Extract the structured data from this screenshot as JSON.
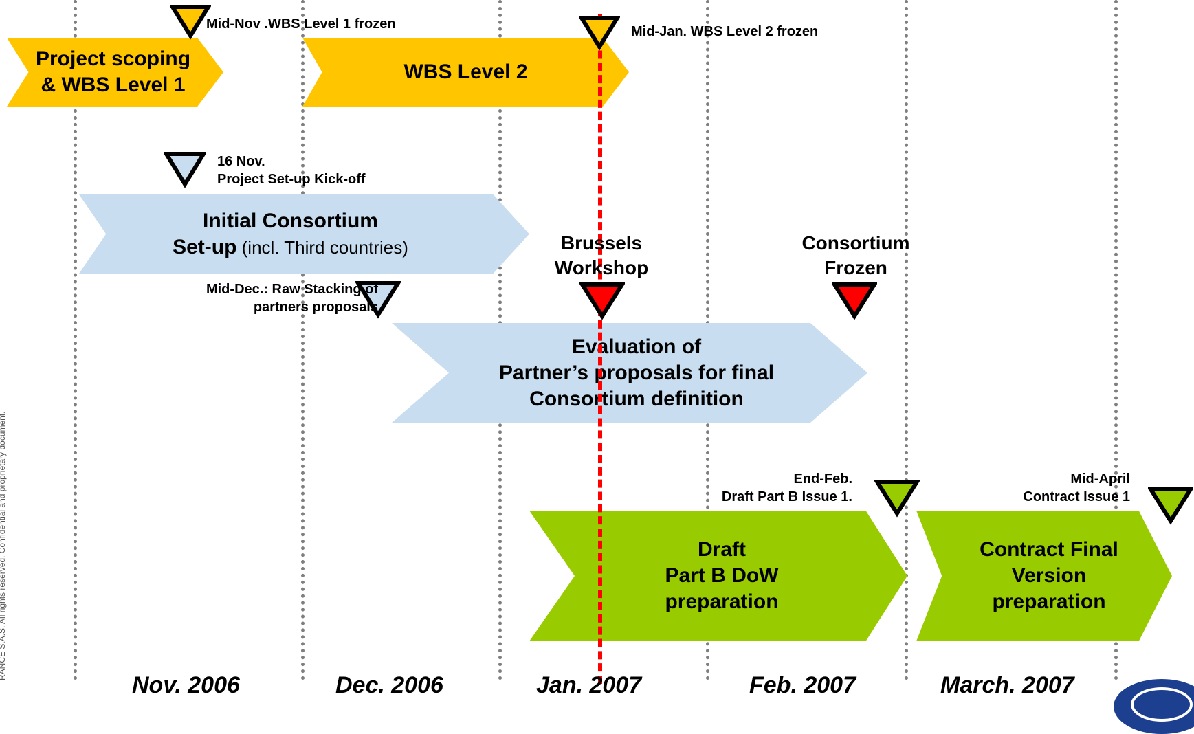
{
  "months": [
    "Nov. 2006",
    "Dec. 2006",
    "Jan. 2007",
    "Feb. 2007",
    "March. 2007"
  ],
  "phases": {
    "scoping": {
      "line1": "Project scoping",
      "line2": "& WBS Level 1"
    },
    "wbs2": {
      "label": "WBS Level 2"
    },
    "consortium": {
      "line1": "Initial Consortium",
      "line2_bold": "Set-up",
      "line2_rest": " (incl. Third countries)"
    },
    "evaluation": {
      "line1": "Evaluation of",
      "line2": "Partner’s proposals for final",
      "line3": "Consortium definition"
    },
    "draft": {
      "line1": "Draft",
      "line2": "Part B DoW",
      "line3": "preparation"
    },
    "contract": {
      "line1": "Contract Final",
      "line2": "Version",
      "line3": "preparation"
    }
  },
  "milestones": {
    "wbs1_frozen": "Mid-Nov .WBS Level 1 frozen",
    "wbs2_frozen": "Mid-Jan. WBS Level 2 frozen",
    "kickoff_line1": "16 Nov.",
    "kickoff_line2": "Project Set-up Kick-off",
    "stacking_line1": "Mid-Dec.: Raw Stacking of",
    "stacking_line2": "partners proposals",
    "brussels_line1": "Brussels",
    "brussels_line2": "Workshop",
    "frozen_line1": "Consortium",
    "frozen_line2": "Frozen",
    "draft_issue_line1": "End-Feb.",
    "draft_issue_line2": "Draft Part B Issue 1.",
    "contract_issue_line1": "Mid-April",
    "contract_issue_line2": "Contract Issue 1"
  },
  "footer": {
    "confidential": "RANCE S.A.S. All rights reserved. Confidential and proprietary document."
  },
  "colors": {
    "yellow": "#ffc600",
    "blue": "#c8ddef",
    "green": "#99cc00",
    "red": "#ff0000",
    "gridline": "#7f7f7f"
  }
}
